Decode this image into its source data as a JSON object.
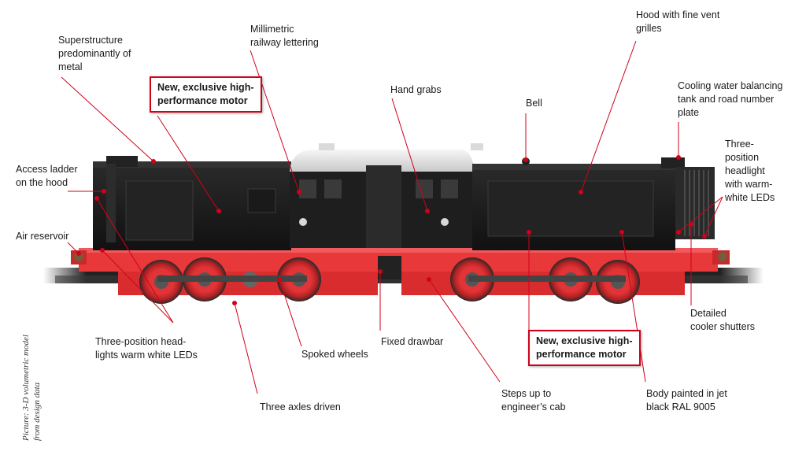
{
  "colors": {
    "leader_line": "#d0021b",
    "body_black": "#1c1c1c",
    "frame_red": "#e8383a",
    "roof_grey": "#e4e4e4"
  },
  "caption": "Picture: 3-D volumetric model\nfrom design data",
  "labels": {
    "superstructure": "Superstructure\npredominantly of\nmetal",
    "millimetric": "Millimetric\nrailway lettering",
    "motor_top": "New, exclusive high-\nperformance motor",
    "hand_grabs": "Hand grabs",
    "bell": "Bell",
    "hood": "Hood with fine vent\ngrilles",
    "cooling": "Cooling water balancing\ntank and road number\nplate",
    "three_position_right": "Three-\nposition\nheadlight\nwith warm-\nwhite LEDs",
    "access_ladder": "Access ladder\non the hood",
    "air_reservoir": "Air reservoir",
    "headlights_left": "Three-position head-\nlights warm white LEDs",
    "spoked_wheels": "Spoked wheels",
    "fixed_drawbar": "Fixed drawbar",
    "motor_bottom": "New, exclusive high-\nperformance motor",
    "detailed_cooler": "Detailed\ncooler shutters",
    "three_axles": "Three axles driven",
    "steps": "Steps up to\nengineer’s cab",
    "body_painted": "Body painted in jet\nblack RAL 9005"
  }
}
